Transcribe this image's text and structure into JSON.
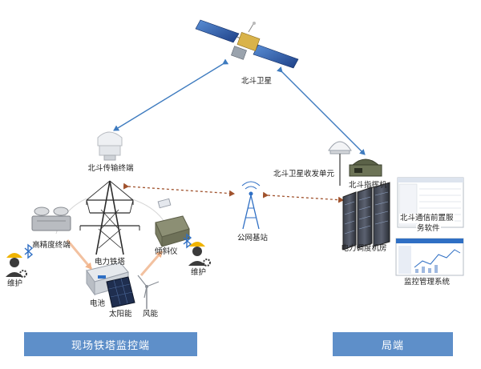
{
  "labels": {
    "satellite": "北斗卫星",
    "transmission_terminal": "北斗传输终端",
    "sat_transceiver": "北斗卫星收发单元",
    "commander": "北斗指挥机",
    "comm_software_line1": "北斗通信前置服",
    "comm_software_line2": "务软件",
    "dispatch_room": "电力调度机房",
    "monitor_system": "监控管理系统",
    "public_station": "公网基站",
    "tower": "电力铁塔",
    "high_precision": "高精度终端",
    "inclinometer": "倾斜仪",
    "battery": "电池",
    "solar": "太阳能",
    "wind": "风能",
    "maint_left": "维护",
    "maint_right": "维护"
  },
  "banners": {
    "field": "现场铁塔监控端",
    "bureau": "局端"
  },
  "colors": {
    "banner": "#5e8fc9",
    "sat_link": "#3e7bbf",
    "ground_link": "#a0522d",
    "energy_arrow": "#f2c1a0",
    "bluetooth": "#2f6fc4"
  }
}
